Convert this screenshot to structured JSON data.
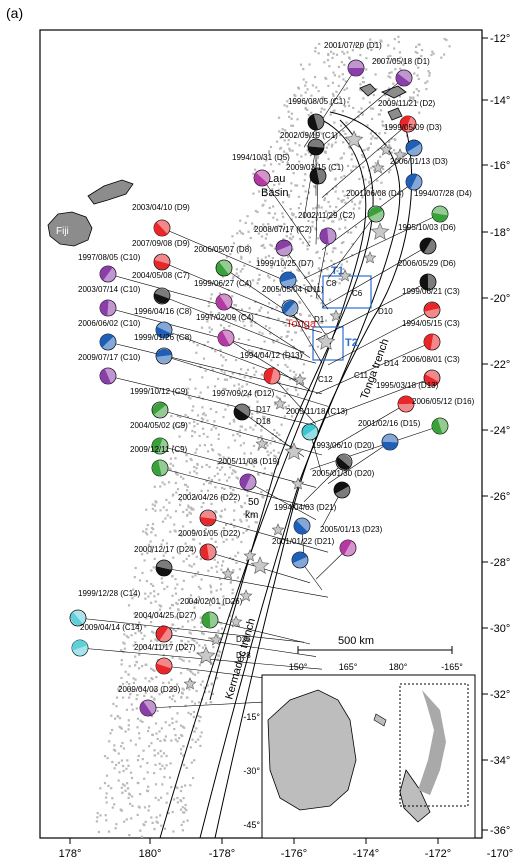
{
  "panel_label": "(a)",
  "lat_ticks": [
    "-12°",
    "-14°",
    "-16°",
    "-18°",
    "-20°",
    "-22°",
    "-24°",
    "-26°",
    "-28°",
    "-30°",
    "-32°",
    "-34°",
    "-36°"
  ],
  "lon_ticks": [
    "178°",
    "180°",
    "-178°",
    "-176°",
    "-174°",
    "-172°",
    "-170°"
  ],
  "place_labels": {
    "fiji": "Fiji",
    "lau_basin_1": "Lau",
    "lau_basin_2": "Basin",
    "tonga": "Tonga",
    "t1": "T1",
    "t2": "T2",
    "tonga_trench": "Tonga trench",
    "kermadec_trench": "Kermadec trench",
    "contour_50": "50",
    "contour_km": "km"
  },
  "station_labels": [
    "C8",
    "C6",
    "D10",
    "D1",
    "D14",
    "C11",
    "C12",
    "D17",
    "D18"
  ],
  "events": [
    {
      "label": "2001/07/20 (D1)",
      "color": "#8a3fa8"
    },
    {
      "label": "2007/05/18 (D1)",
      "color": "#8a3fa8"
    },
    {
      "label": "1996/08/05 (C1)",
      "color": "#111111"
    },
    {
      "label": "2009/11/21 (D2)",
      "color": "#e8272a"
    },
    {
      "label": "1999/05/09 (D3)",
      "color": "#1f5fb5"
    },
    {
      "label": "2002/09/19 (C1)",
      "color": "#111111"
    },
    {
      "label": "1994/10/31 (D5)",
      "color": "#b33aa3"
    },
    {
      "label": "2009/03/15 (C1)",
      "color": "#111111"
    },
    {
      "label": "2006/01/13 (D3)",
      "color": "#1f5fb5"
    },
    {
      "label": "2001/06/08 (D4)",
      "color": "#3aa03a"
    },
    {
      "label": "1994/07/28 (D4)",
      "color": "#3aa03a"
    },
    {
      "label": "2003/04/10 (D9)",
      "color": "#e8272a"
    },
    {
      "label": "2002/11/29 (C2)",
      "color": "#8a3fa8"
    },
    {
      "label": "1995/10/03 (D6)",
      "color": "#111111"
    },
    {
      "label": "2008/07/17 (C2)",
      "color": "#8a3fa8"
    },
    {
      "label": "2007/09/08 (D9)",
      "color": "#e8272a"
    },
    {
      "label": "2006/05/07 (D8)",
      "color": "#3aa03a"
    },
    {
      "label": "2006/05/29 (D6)",
      "color": "#111111"
    },
    {
      "label": "1997/08/05 (C10)",
      "color": "#8a3fa8"
    },
    {
      "label": "1999/10/25 (D7)",
      "color": "#1f5fb5"
    },
    {
      "label": "2004/05/08 (C7)",
      "color": "#111111"
    },
    {
      "label": "1999/06/27 (C4)",
      "color": "#b33aa3"
    },
    {
      "label": "2003/07/14 (C10)",
      "color": "#8a3fa8"
    },
    {
      "label": "2005/05/04 (D11)",
      "color": "#1f5fb5"
    },
    {
      "label": "1999/06/21 (C3)",
      "color": "#e8272a"
    },
    {
      "label": "1996/04/16 (C8)",
      "color": "#1f5fb5"
    },
    {
      "label": "1997/02/09 (C4)",
      "color": "#b33aa3"
    },
    {
      "label": "1994/05/15 (C3)",
      "color": "#e8272a"
    },
    {
      "label": "2006/06/02 (C10)",
      "color": "#1f5fb5"
    },
    {
      "label": "1999/01/26 (C8)",
      "color": "#1f5fb5"
    },
    {
      "label": "2006/08/01 (C3)",
      "color": "#e8272a"
    },
    {
      "label": "2009/07/17 (C10)",
      "color": "#8a3fa8"
    },
    {
      "label": "1994/04/12 (D13)",
      "color": "#e8272a"
    },
    {
      "label": "1999/10/12 (C9)",
      "color": "#3aa03a"
    },
    {
      "label": "1995/03/18 (D13)",
      "color": "#e8272a"
    },
    {
      "label": "1997/09/24 (D12)",
      "color": "#111111"
    },
    {
      "label": "2006/05/12 (D16)",
      "color": "#3aa03a"
    },
    {
      "label": "2004/05/02 (C9)",
      "color": "#3aa03a"
    },
    {
      "label": "2005/11/18 (C13)",
      "color": "#3cc6cf"
    },
    {
      "label": "2001/02/16 (D15)",
      "color": "#1f5fb5"
    },
    {
      "label": "1993/06/10 (D20)",
      "color": "#111111"
    },
    {
      "label": "2009/12/11 (C9)",
      "color": "#3aa03a"
    },
    {
      "label": "2005/11/08 (D19)",
      "color": "#8a3fa8"
    },
    {
      "label": "2005/01/30 (D20)",
      "color": "#111111"
    },
    {
      "label": "2002/04/26 (D22)",
      "color": "#e8272a"
    },
    {
      "label": "1994/04/03 (D21)",
      "color": "#1f5fb5"
    },
    {
      "label": "2009/01/05 (D22)",
      "color": "#e8272a"
    },
    {
      "label": "2005/01/13 (D23)",
      "color": "#b33aa3"
    },
    {
      "label": "2001/01/22 (D21)",
      "color": "#1f5fb5"
    },
    {
      "label": "2000/12/17 (D24)",
      "color": "#111111"
    },
    {
      "label": "1999/12/28 (C14)",
      "color": "#5fd0d8"
    },
    {
      "label": "2004/02/01 (D26)",
      "color": "#3aa03a"
    },
    {
      "label": "2004/04/25 (D27)",
      "color": "#e8272a"
    },
    {
      "label": "2009/04/14 (C14)",
      "color": "#5fd0d8"
    },
    {
      "label": "2004/11/17 (D27)",
      "color": "#e8272a"
    },
    {
      "label": "2009/04/03 (D29)",
      "color": "#8a3fa8"
    }
  ],
  "low_labels": [
    "D25",
    "D28"
  ],
  "scale_bar": {
    "label": "500 km"
  },
  "inset": {
    "lon_ticks": [
      "150°",
      "165°",
      "180°",
      "-165°"
    ],
    "lat_ticks": [
      "-15°",
      "-30°",
      "-45°"
    ]
  }
}
